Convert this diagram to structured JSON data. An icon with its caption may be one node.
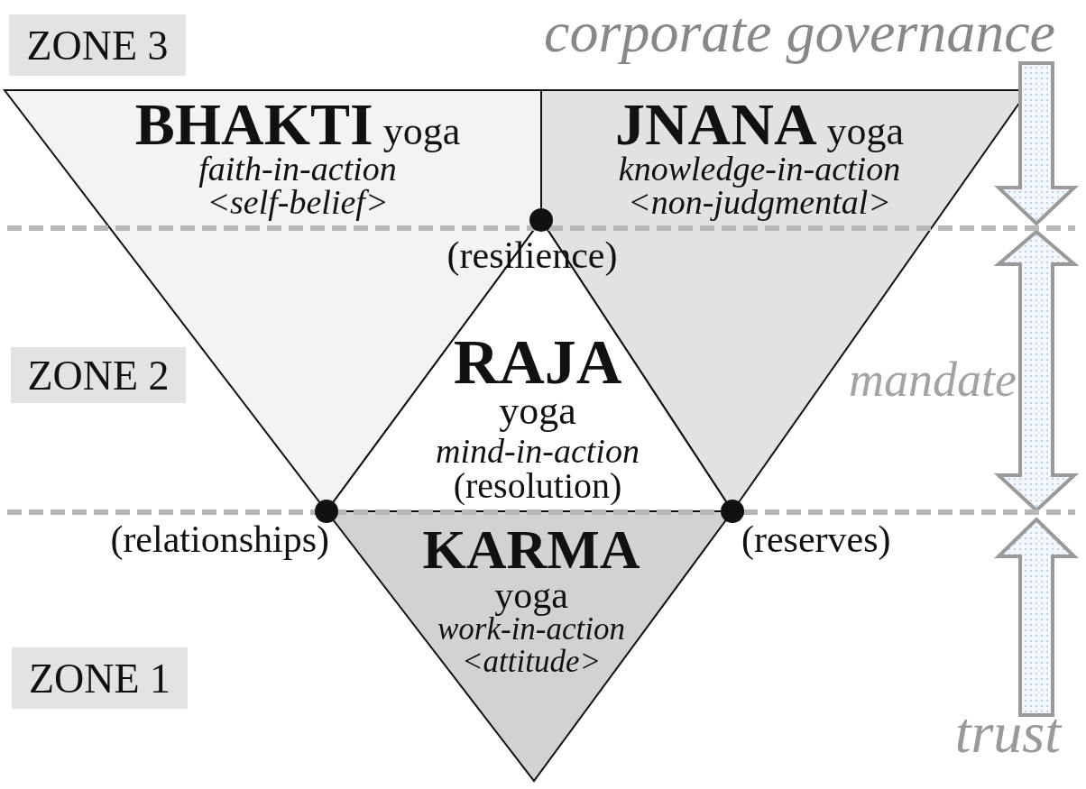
{
  "diagram": {
    "nodes": [
      {
        "text": [
          "ZONE 3"
        ]
      },
      {
        "text": [
          "**BHAKTI** yoga",
          "faith-in-action",
          "<self-belief>"
        ]
      },
      {
        "text": [
          "**JNANA** yoga",
          "knowledge-in-action",
          "<non-judgmental>"
        ]
      },
      {
        "text": [
          "ZONE 2"
        ]
      },
      {
        "text": [
          "**RAJA** yoga",
          "mind-in-action",
          "(resolution)"
        ]
      },
      {
        "text": [
          "**KARMA** yoga",
          "work-in-action",
          "<attitude>"
        ]
      },
      {
        "text": [
          "ZONE 1"
        ]
      }
    ],
    "labels": [
      "corporate governance",
      "(resilience)",
      "mandate",
      "(relationships)",
      "(reserves)",
      "trust"
    ]
  }
}
